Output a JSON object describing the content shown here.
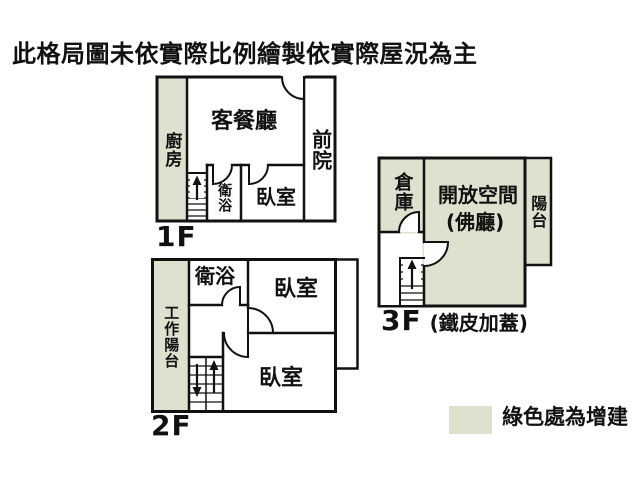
{
  "title": "此格局圖未依實際比例繪製依實際屋況為主",
  "colors": {
    "addition_green": "#dde1ce",
    "wall_black": "#111111",
    "background": "#ffffff"
  },
  "floors": {
    "f1": {
      "label": "1F",
      "kitchen": "廚房",
      "living_dining": "客餐廳",
      "front_yard": "前院",
      "bathroom": "衛浴",
      "bedroom": "臥室"
    },
    "f2": {
      "label": "2F",
      "work_balcony": "工作陽台",
      "bathroom": "衛浴",
      "bedroom_upper": "臥室",
      "bedroom_lower": "臥室"
    },
    "f3": {
      "label": "3F",
      "label_note": "(鐵皮加蓋)",
      "storage": "倉庫",
      "open_space_line1": "開放空間",
      "open_space_line2": "(佛廳)",
      "balcony": "陽台"
    }
  },
  "legend": {
    "text": "綠色處為增建"
  }
}
